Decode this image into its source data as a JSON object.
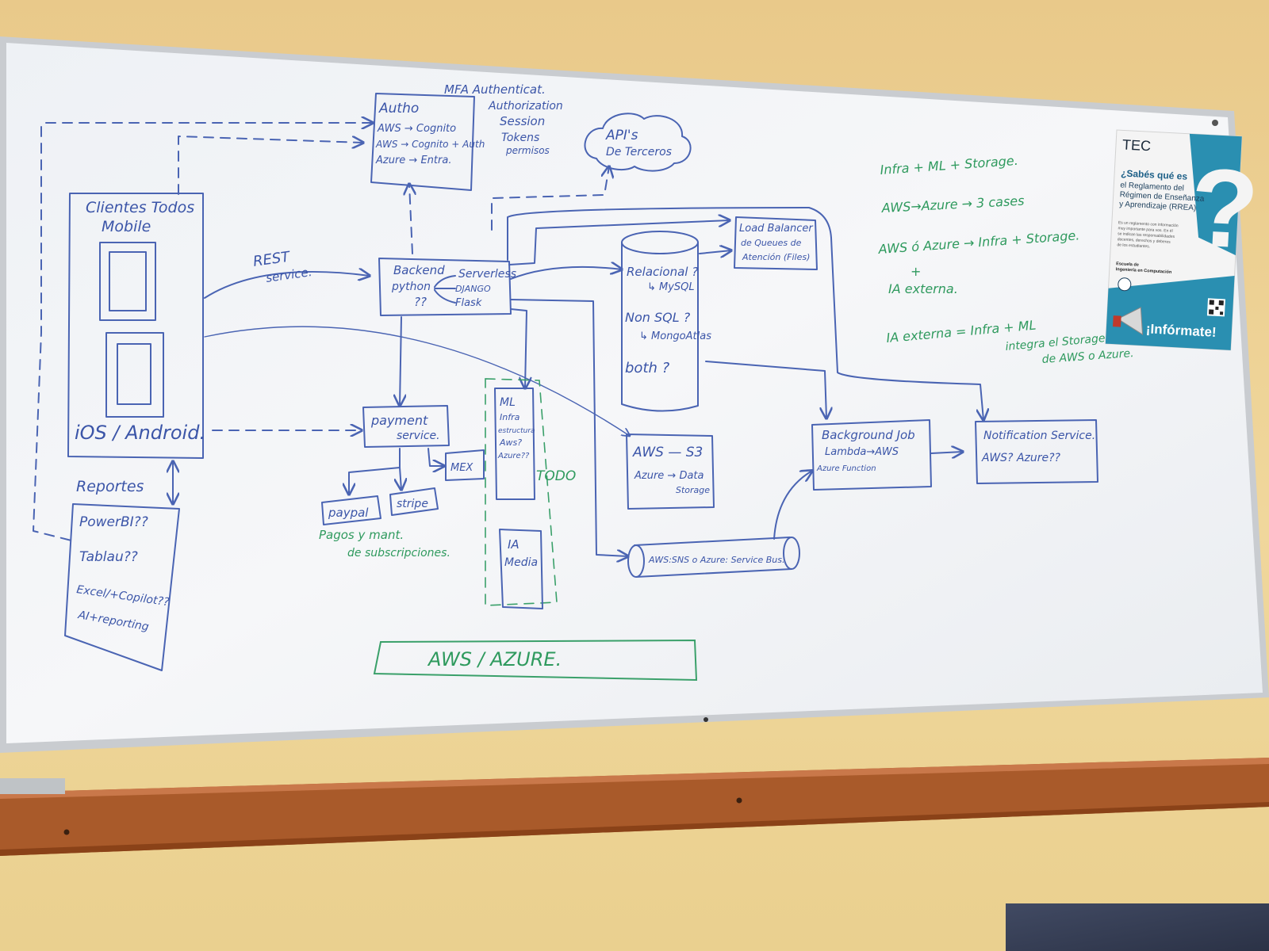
{
  "whiteboard": {
    "clients_box": {
      "title_1": "Clientes Todos",
      "title_2": "Mobile",
      "platforms": "iOS / Android."
    },
    "rest_label": {
      "line1": "REST",
      "line2": "service."
    },
    "auth_box": {
      "header": "MFA Authenticat.",
      "title": "Autho",
      "line1": "AWS → Cognito",
      "line2": "AWS → Cognito + Auth",
      "line3": "Azure → Entra."
    },
    "auth_notes": {
      "line1": "Authorization",
      "line2": "Session",
      "line3": "Tokens",
      "line4": "permisos"
    },
    "apis_cloud": {
      "line1": "API's",
      "line2": "De Terceros"
    },
    "backend_box": {
      "title": "Backend",
      "lang": "python",
      "unknown": "??",
      "fw1": "Serverless",
      "fw2": "DJANGO",
      "fw3": "Flask"
    },
    "database": {
      "line1": "Relacional ?",
      "line2": "↳ MySQL",
      "line3": "Non SQL ?",
      "line4": "↳ MongoAtlas",
      "line5": "both ?"
    },
    "load_balancer": {
      "line1": "Load Balancer",
      "line2": "de Queues de",
      "line3": "Atención (Files)"
    },
    "payment_box": {
      "line1": "payment",
      "line2": "service."
    },
    "payment_providers": {
      "paypal": "paypal",
      "stripe": "stripe",
      "mex": "MEX"
    },
    "payment_note": {
      "line1": "Pagos y mant.",
      "line2": "de subscripciones."
    },
    "ml_box": {
      "line1": "ML",
      "line2": "Infra",
      "line3": "estructura",
      "line4": "Aws?",
      "line5": "Azure??"
    },
    "todo_label": "TODO",
    "ia_box": {
      "line1": "IA",
      "line2": "Media"
    },
    "s3_box": {
      "line1": "AWS — S3",
      "line2": "Azure → Data",
      "line3": "Storage"
    },
    "queue_tube": {
      "label": "AWS:SNS o Azure: Service Bus."
    },
    "background_job": {
      "line1": "Background Job",
      "line2": "Lambda→AWS",
      "line3": "Azure Function"
    },
    "notification": {
      "line1": "Notification Service.",
      "line2": "AWS? Azure??"
    },
    "reportes": {
      "title": "Reportes",
      "line1": "PowerBI??",
      "line2": "Tablau??",
      "line3": "Excel/+Copilot??",
      "line4": "AI+reporting"
    },
    "cloud_platform": "AWS / AZURE.",
    "green_notes": {
      "line1": "Infra + ML + Storage.",
      "line2": "AWS→Azure → 3 cases",
      "line3": "AWS ó Azure → Infra + Storage.",
      "line4": "+",
      "line5": "IA externa.",
      "line6": "IA externa = Infra + ML",
      "line7": "integra el Storage",
      "line8": "de AWS o Azure."
    }
  },
  "poster": {
    "brand": "TEC",
    "question": "¿Sabés qué es",
    "subtitle_1": "el Reglamento del",
    "subtitle_2": "Régimen de Enseñanza",
    "subtitle_3": "y Aprendizaje (RREA)",
    "body_1": "Es un reglamento con información",
    "body_2": "muy importante para vos. En él",
    "body_3": "se indican las responsabilidades",
    "body_4": "docentes, derechos y deberes",
    "body_5": "de los estudiantes.",
    "school_1": "Escuela de",
    "school_2": "Ingeniería en Computación",
    "cta": "¡Infórmate!",
    "accent_color": "#2a8fb1"
  },
  "colors": {
    "marker_blue": "#4a64b3",
    "marker_green": "#3aa06a",
    "wall": "#efd596",
    "ledge": "#a95a2a"
  }
}
